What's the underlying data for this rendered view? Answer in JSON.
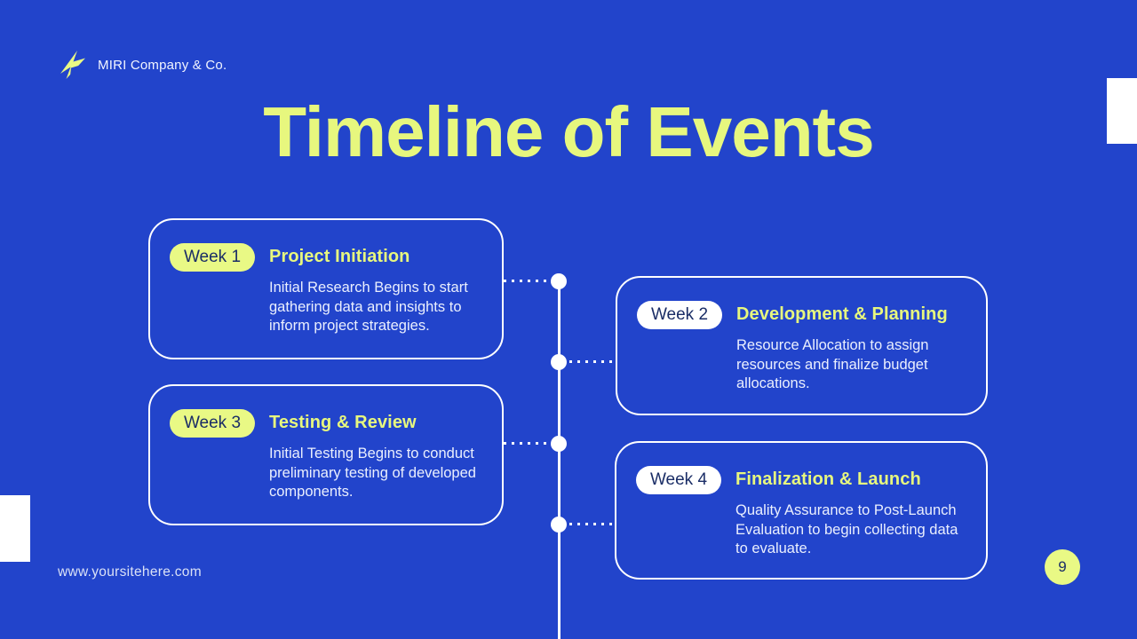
{
  "theme": {
    "background_color": "#2244CB",
    "accent_color": "#E7F77E",
    "badge_yellow_color": "#E9F985",
    "badge_text_color": "#1A2D66",
    "body_text_color": "#EAEFFE",
    "line_color": "#FFFFFF"
  },
  "header": {
    "company_name": "MIRI Company & Co.",
    "logo_icon": "arrow-bolt-icon"
  },
  "title": "Timeline of Events",
  "timeline": {
    "cards": [
      {
        "week_label": "Week 1",
        "title": "Project Initiation",
        "description": "Initial Research Begins to start gathering data and insights to inform project strategies."
      },
      {
        "week_label": "Week 2",
        "title": "Development & Planning",
        "description": "Resource Allocation to assign resources and finalize budget allocations."
      },
      {
        "week_label": "Week 3",
        "title": "Testing & Review",
        "description": "Initial Testing Begins to conduct preliminary testing of developed components."
      },
      {
        "week_label": "Week 4",
        "title": "Finalization & Launch",
        "description": "Quality Assurance to Post-Launch Evaluation to begin collecting data to evaluate."
      }
    ]
  },
  "footer": {
    "website": "www.yoursitehere.com",
    "page_number": "9"
  }
}
